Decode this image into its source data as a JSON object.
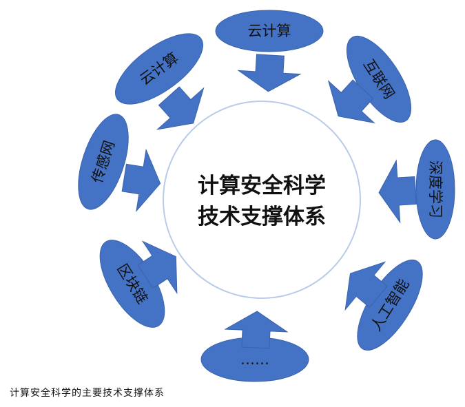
{
  "center": {
    "line1": "计算安全科学",
    "line2": "技术支撑体系"
  },
  "nodes": [
    {
      "label": "云计算"
    },
    {
      "label": "互联网"
    },
    {
      "label": "深度学习"
    },
    {
      "label": "人工智能"
    },
    {
      "label": "……"
    },
    {
      "label": "区块链"
    },
    {
      "label": "传感网"
    },
    {
      "label": "云计算"
    }
  ],
  "caption": "计算安全科学的主要技术支撑体系",
  "colors": {
    "fill": "#4472c4",
    "stroke": "#3a63ad",
    "circle": "#b9cbe8"
  }
}
